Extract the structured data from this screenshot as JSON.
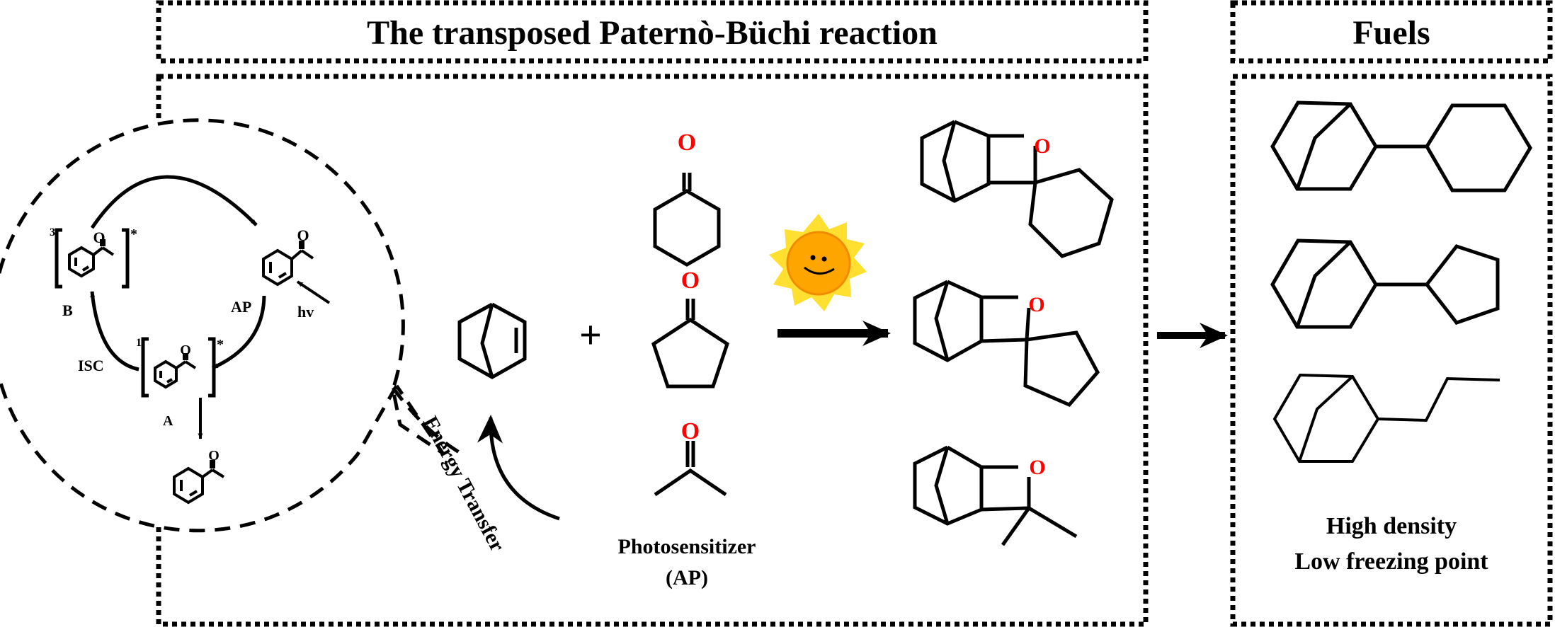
{
  "figure": {
    "main_title": "The transposed Paternò-Büchi reaction",
    "fuels_title": "Fuels"
  },
  "mechanism": {
    "species": {
      "triplet_label": "B",
      "triplet_superscript": "3",
      "singlet_label": "A",
      "singlet_superscript": "1",
      "ground_label": "AP",
      "excited_marker": "*",
      "oxygen_symbol": "O"
    },
    "steps": {
      "light_label": "hv",
      "isc_label": "ISC"
    }
  },
  "reaction": {
    "plus_sign": "+",
    "energy_transfer_label": "Energy Transfer",
    "photosensitizer_label": "Photosensitizer",
    "photosensitizer_abbrev": "(AP)",
    "reactant_alkene": "norbornene",
    "ketones": [
      "cyclohexanone",
      "cyclopentanone",
      "acetone"
    ],
    "products": [
      "spiro-oxetane (cyclohexyl)",
      "spiro-oxetane (cyclopentyl)",
      "dimethyl-oxetane"
    ],
    "oxygen_symbol": "O",
    "light_source_icon": "sun-icon"
  },
  "fuels": {
    "compounds": [
      "norbornyl-cyclohexane",
      "norbornyl-cyclopentane",
      "propyl-norbornane"
    ],
    "property_1": "High density",
    "property_2": "Low freezing point"
  },
  "colors": {
    "oxygen": "#ff0000",
    "sun_rays": "#ffe030",
    "sun_face": "#ffa500",
    "ink": "#000000"
  }
}
